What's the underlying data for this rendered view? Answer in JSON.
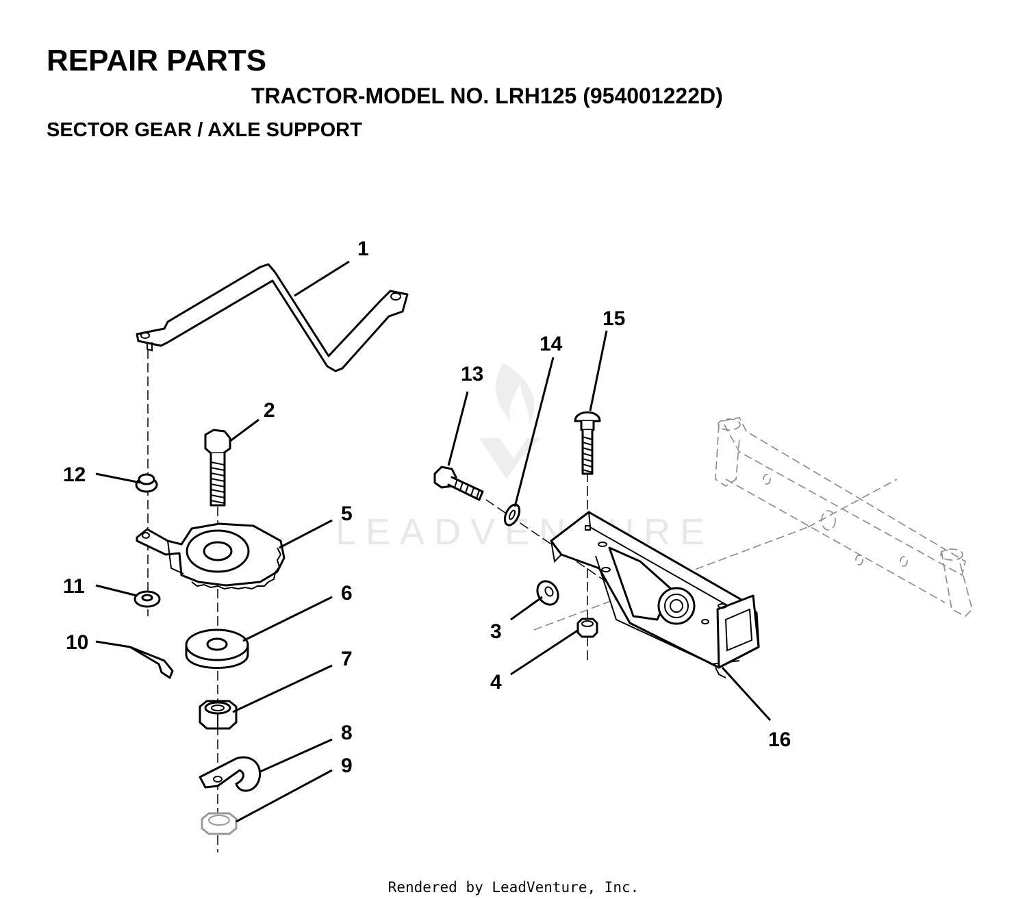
{
  "header": {
    "title": "REPAIR PARTS",
    "model": "TRACTOR-MODEL NO. LRH125 (954001222D)",
    "section": "SECTOR GEAR / AXLE SUPPORT"
  },
  "watermark": "LEADVENTURE",
  "footer": "Rendered by LeadVenture, Inc.",
  "callouts": [
    "1",
    "2",
    "3",
    "4",
    "5",
    "6",
    "7",
    "8",
    "9",
    "10",
    "11",
    "12",
    "13",
    "14",
    "15",
    "16"
  ]
}
